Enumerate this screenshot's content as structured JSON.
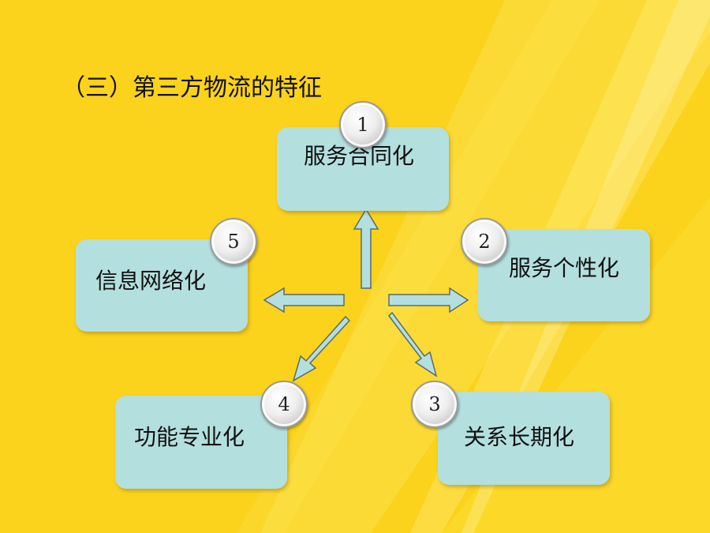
{
  "title": "（三）第三方物流的特征",
  "nodes": [
    {
      "number": "1",
      "label": "服务合同化"
    },
    {
      "number": "2",
      "label": "服务个性化"
    },
    {
      "number": "3",
      "label": "关系长期化"
    },
    {
      "number": "4",
      "label": "功能专业化"
    },
    {
      "number": "5",
      "label": "信息网络化"
    }
  ],
  "colors": {
    "background": "#fbd21c",
    "box_fill": "#b4dfdf",
    "arrow_fill": "#b4dfdf",
    "arrow_stroke": "#5a6b6b"
  }
}
